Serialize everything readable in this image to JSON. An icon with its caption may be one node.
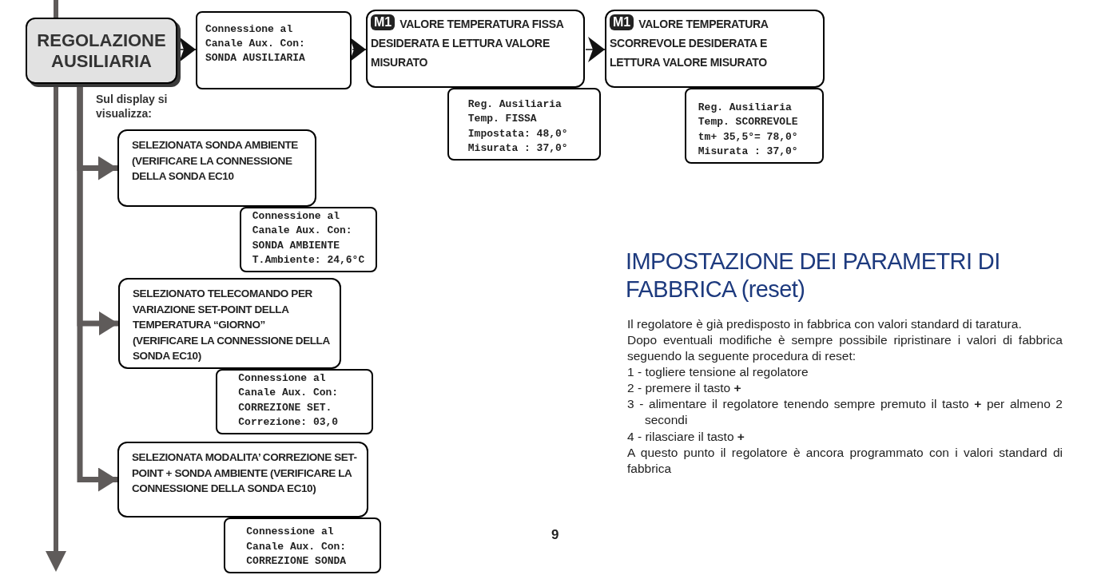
{
  "diagram": {
    "nodes": [
      {
        "text": [
          "REGOLAZIONE AUSILIARIA"
        ]
      },
      {
        "text": [
          "Connessione al Canale Aux. Con: SONDA AUSILIARIA"
        ]
      },
      {
        "text": [
          "M1",
          "VALORE TEMPERATURA FISSA DESIDERATA E LETTURA VALORE MISURATO"
        ]
      },
      {
        "text": [
          "Reg. Ausiliaria Temp. FISSA Impostata: 48,0° Misurata : 37,0°"
        ]
      },
      {
        "text": [
          "M1",
          "VALORE TEMPERATURA SCORREVOLE  DESIDERATA E LETTURA VALORE MISURATO"
        ]
      },
      {
        "text": [
          "Reg. Ausiliaria Temp. SCORREVOLE tm+ 35,5°= 78,0° Misurata : 37,0°"
        ]
      },
      {
        "text": [
          "SELEZIONATA SONDA AMBIENTE (VERIFICARE LA CONNESSIONE DELLA SONDA EC10"
        ]
      },
      {
        "text": [
          "Connessione al Canale Aux. Con: SONDA AMBIENTE T.Ambiente: 24,6°C"
        ]
      },
      {
        "text": [
          "SELEZIONATO TELECOMANDO PER VARIAZIONE SET-POINT DELLA TEMPERATURA “GIORNO” (VERIFICARE LA CONNESSIONE DELLA SONDA EC10)"
        ]
      },
      {
        "text": [
          "Connessione al Canale Aux. Con: CORREZIONE SET. Correzione: 03,0"
        ]
      },
      {
        "text": [
          "SELEZIONATA MODALITA’ CORREZIONE SET-POINT + SONDA AMBIENTE (VERIFICARE LA CONNESSIONE DELLA SONDA EC10)"
        ]
      },
      {
        "text": [
          "Connessione al Canale Aux. Con: CORREZIONE SONDA"
        ]
      }
    ],
    "edges": [
      {
        "from": 0,
        "to": 1,
        "arrow": "to"
      },
      {
        "from": 1,
        "to": 2,
        "arrow": "to"
      },
      {
        "from": 2,
        "to": 4,
        "arrow": "to"
      },
      {
        "from": 0,
        "to": 6,
        "arrow": "to",
        "style": "thick",
        "color": "#5f5b5a"
      },
      {
        "from": 0,
        "to": 8,
        "arrow": "to",
        "style": "thick",
        "color": "#5f5b5a"
      },
      {
        "from": 0,
        "to": 10,
        "arrow": "to",
        "style": "thick",
        "color": "#5f5b5a"
      }
    ],
    "labels": [
      "Sul display si visualizza:",
      "IMPOSTAZIONE DEI PARAMETRI DI FABBRICA (reset)",
      "Il regolatore è già predisposto in fabbrica con valori standard di taratura.",
      "Dopo eventuali modifiche è sempre possibile ripristinare i valori di fabbrica seguendo la seguente procedura di reset:",
      "1 - togliere tensione al regolatore",
      "2 - premere il tasto **+**",
      "3 - alimentare il regolatore tenendo sempre premuto il tasto **+** per almeno 2 secondi",
      "4 - rilasciare il tasto **+**",
      "A questo punto il regolatore è ancora programmato con i valori standard di fabbrica",
      "9"
    ]
  }
}
